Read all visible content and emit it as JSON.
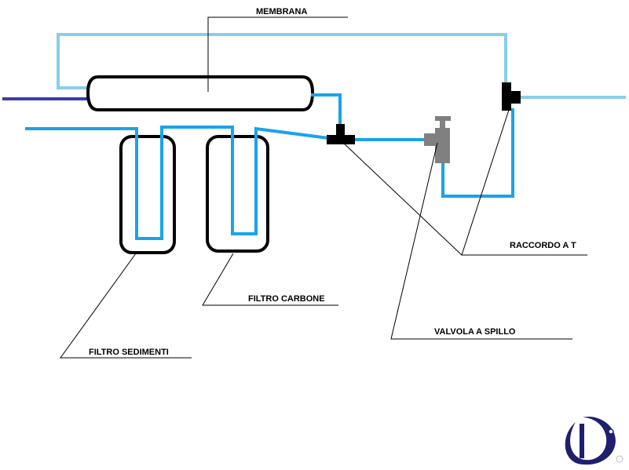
{
  "labels": {
    "membrana": "MEMBRANA",
    "filtro_carbone": "FILTRO CARBONE",
    "filtro_sedimenti": "FILTRO SEDIMENTI",
    "raccordo_a_t": "RACCORDO A T",
    "valvola_a_spillo": "VALVOLA A SPILLO"
  },
  "colors": {
    "pipe_main": "#1aa3e8",
    "pipe_light": "#87cfe8",
    "pipe_inlet": "#3a3ab0",
    "outline": "#000000",
    "valve": "#808080",
    "logo": "#1f1f6e"
  },
  "icons": {
    "logo": "circular-d-logo-icon"
  }
}
